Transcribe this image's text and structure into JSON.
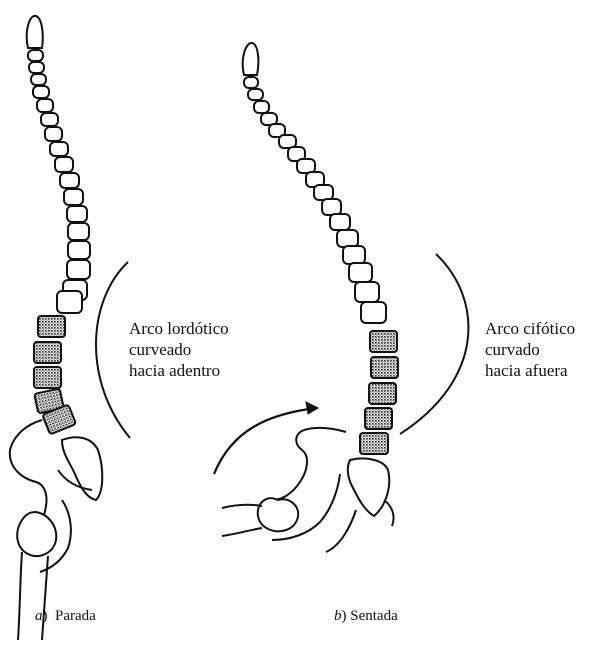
{
  "figure_a": {
    "label_lines": [
      "Arco lordótico",
      "curveado",
      "hacia adentro"
    ],
    "caption_letter": "a",
    "caption_text": "Parada"
  },
  "figure_b": {
    "label_lines": [
      "Arco cifótico",
      "curvado",
      "hacia afuera"
    ],
    "caption_letter": "b",
    "caption_text": "Sentada"
  },
  "colors": {
    "ink": "#111111",
    "lumbar_fill": "#9a9a9a"
  }
}
